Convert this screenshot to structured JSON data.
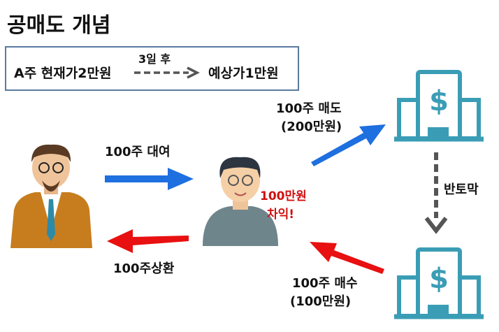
{
  "title": "공매도 개념",
  "scenario": {
    "current": "A주 현재가2만원",
    "after": "3일 후",
    "expected": "예상가1만원"
  },
  "steps": {
    "borrow": "100주 대여",
    "repay": "100주상환",
    "sell_line1": "100주 매도",
    "sell_line2": "(200만원)",
    "buy_line1": "100주 매수",
    "buy_line2": "(100만원)",
    "drop": "반토막"
  },
  "profit": {
    "line1": "100만원",
    "line2": "차익!"
  },
  "colors": {
    "blue": "#1e6fe0",
    "red": "#e81010",
    "building": "#3a9db5",
    "gray": "#555555",
    "profit": "#d01010"
  }
}
